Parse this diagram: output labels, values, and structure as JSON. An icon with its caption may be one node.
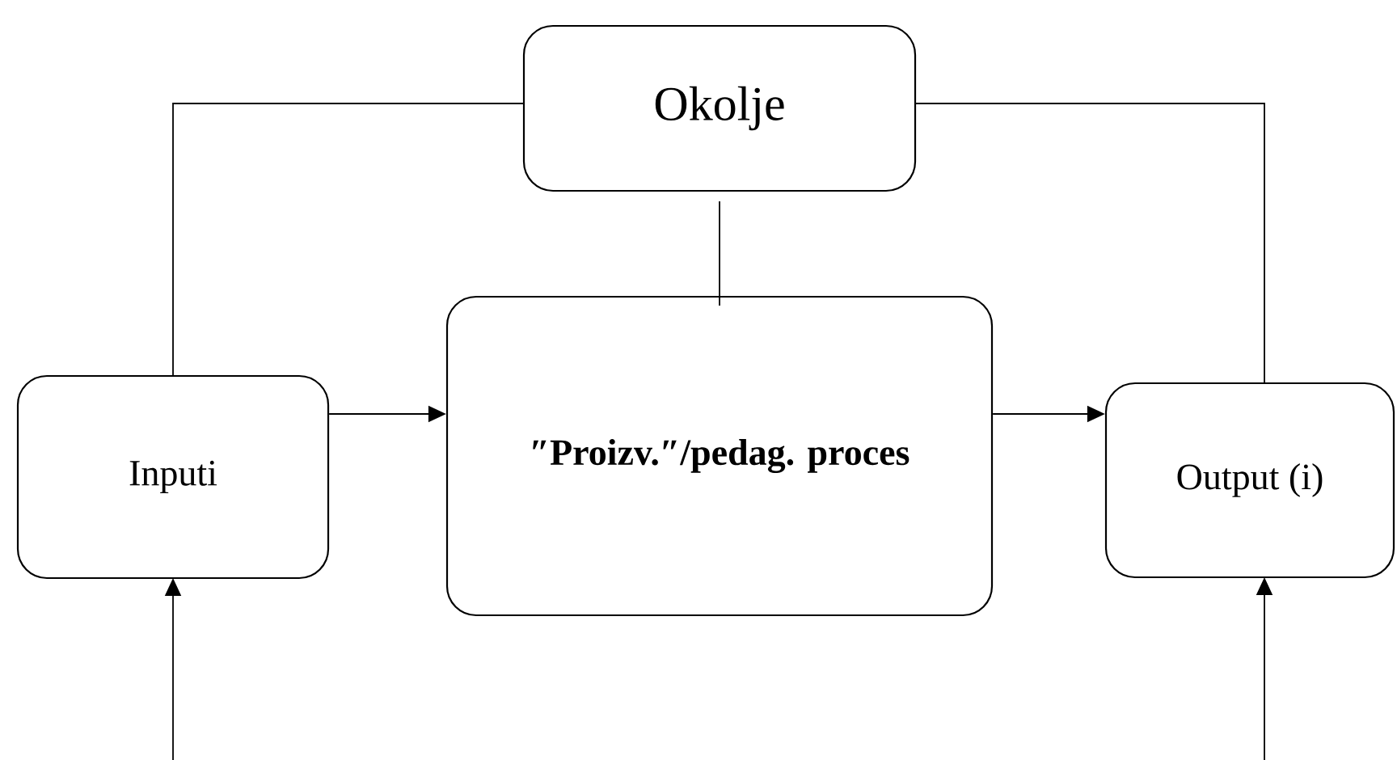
{
  "diagram": {
    "nodes": [
      {
        "text": [
          "Okolje"
        ]
      },
      {
        "text": [
          "Inputi"
        ]
      },
      {
        "text": [
          "″Proizv.″/pedag. proces"
        ]
      },
      {
        "text": [
          "Output (i)"
        ]
      }
    ],
    "edges": [
      {
        "from": 1,
        "to": 2,
        "arrow": "to"
      },
      {
        "from": 2,
        "to": 3,
        "arrow": "to"
      },
      {
        "from": 0,
        "to": 1,
        "arrow": "none"
      },
      {
        "from": 0,
        "to": 3,
        "arrow": "none"
      },
      {
        "from": 0,
        "to": 2,
        "arrow": "none"
      },
      {
        "from": null,
        "to": 1,
        "arrow": "to"
      },
      {
        "from": null,
        "to": 3,
        "arrow": "to"
      }
    ]
  }
}
